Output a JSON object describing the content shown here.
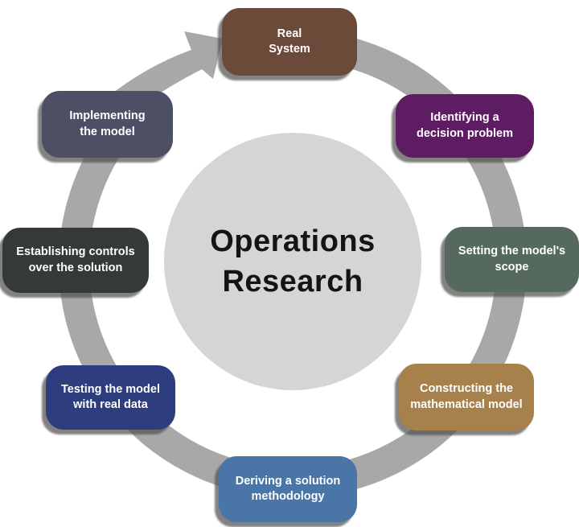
{
  "diagram": {
    "title": "Operations Research process cycle",
    "center": {
      "line1": "Operations",
      "line2": "Research",
      "bg": "#d5d5d6",
      "text_color": "#141414"
    },
    "colors": {
      "ring": "#a8a8a8",
      "background": "#ffffff"
    },
    "icons": {
      "ring": "cycle-ring",
      "arrow": "cycle-arrow-head"
    },
    "steps": [
      {
        "id": "real-system",
        "line1": "Real",
        "line2": "System",
        "color": "#6b4a3a"
      },
      {
        "id": "identifying-decision-problem",
        "line1": "Identifying a",
        "line2": "decision problem",
        "color": "#5e1d62"
      },
      {
        "id": "setting-models-scope",
        "line1": "Setting the model's",
        "line2": "scope",
        "color": "#55695c"
      },
      {
        "id": "constructing-math-model",
        "line1": "Constructing the",
        "line2": "mathematical model",
        "color": "#a7814b"
      },
      {
        "id": "deriving-solution-methodology",
        "line1": "Deriving a solution",
        "line2": "methodology",
        "color": "#4a75a7"
      },
      {
        "id": "testing-model-real-data",
        "line1": "Testing the model",
        "line2": "with real data",
        "color": "#2e3d7d"
      },
      {
        "id": "establishing-controls",
        "line1": "Establishing controls",
        "line2": "over the solution",
        "color": "#343b36"
      },
      {
        "id": "implementing-model",
        "line1": "Implementing",
        "line2": "the model",
        "color": "#4d5065"
      }
    ]
  }
}
